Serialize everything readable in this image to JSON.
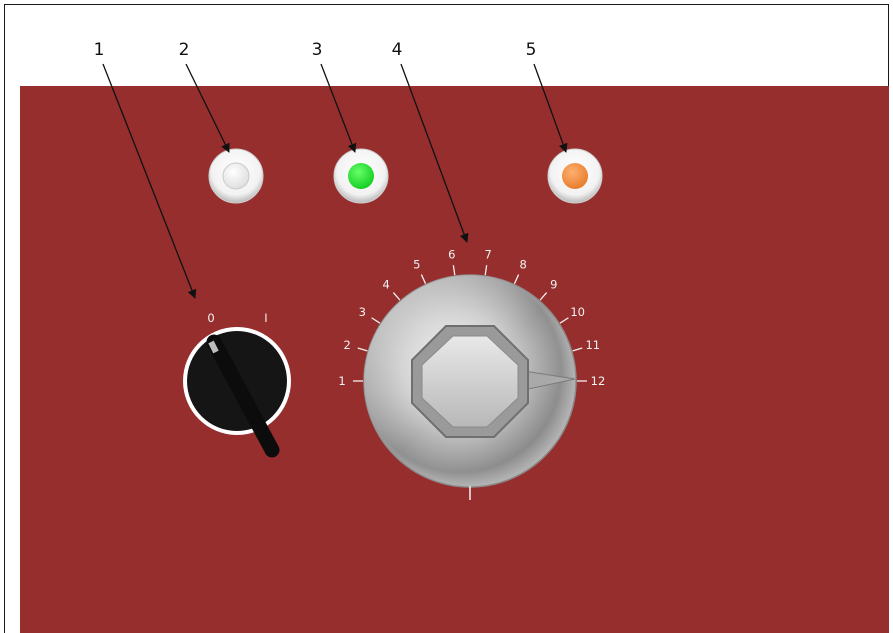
{
  "callouts": [
    {
      "number": "1",
      "target": "selector-switch"
    },
    {
      "number": "2",
      "target": "indicator-lamp-white"
    },
    {
      "number": "3",
      "target": "indicator-lamp-green"
    },
    {
      "number": "4",
      "target": "thermostat-dial"
    },
    {
      "number": "5",
      "target": "indicator-lamp-orange"
    }
  ],
  "lamps": [
    {
      "color": "#ffffff",
      "state": "off"
    },
    {
      "color": "#22dd33",
      "state": "on"
    },
    {
      "color": "#ee8833",
      "state": "on"
    }
  ],
  "selector_switch": {
    "positions": [
      "0",
      "I"
    ],
    "selected": "0"
  },
  "dial": {
    "scale": [
      "1",
      "2",
      "3",
      "4",
      "5",
      "6",
      "7",
      "8",
      "9",
      "10",
      "11",
      "12"
    ],
    "selected": "12"
  },
  "colors": {
    "panel": "#962e2d",
    "knob": "#111111",
    "dial_metal": "#c8c8c8"
  }
}
